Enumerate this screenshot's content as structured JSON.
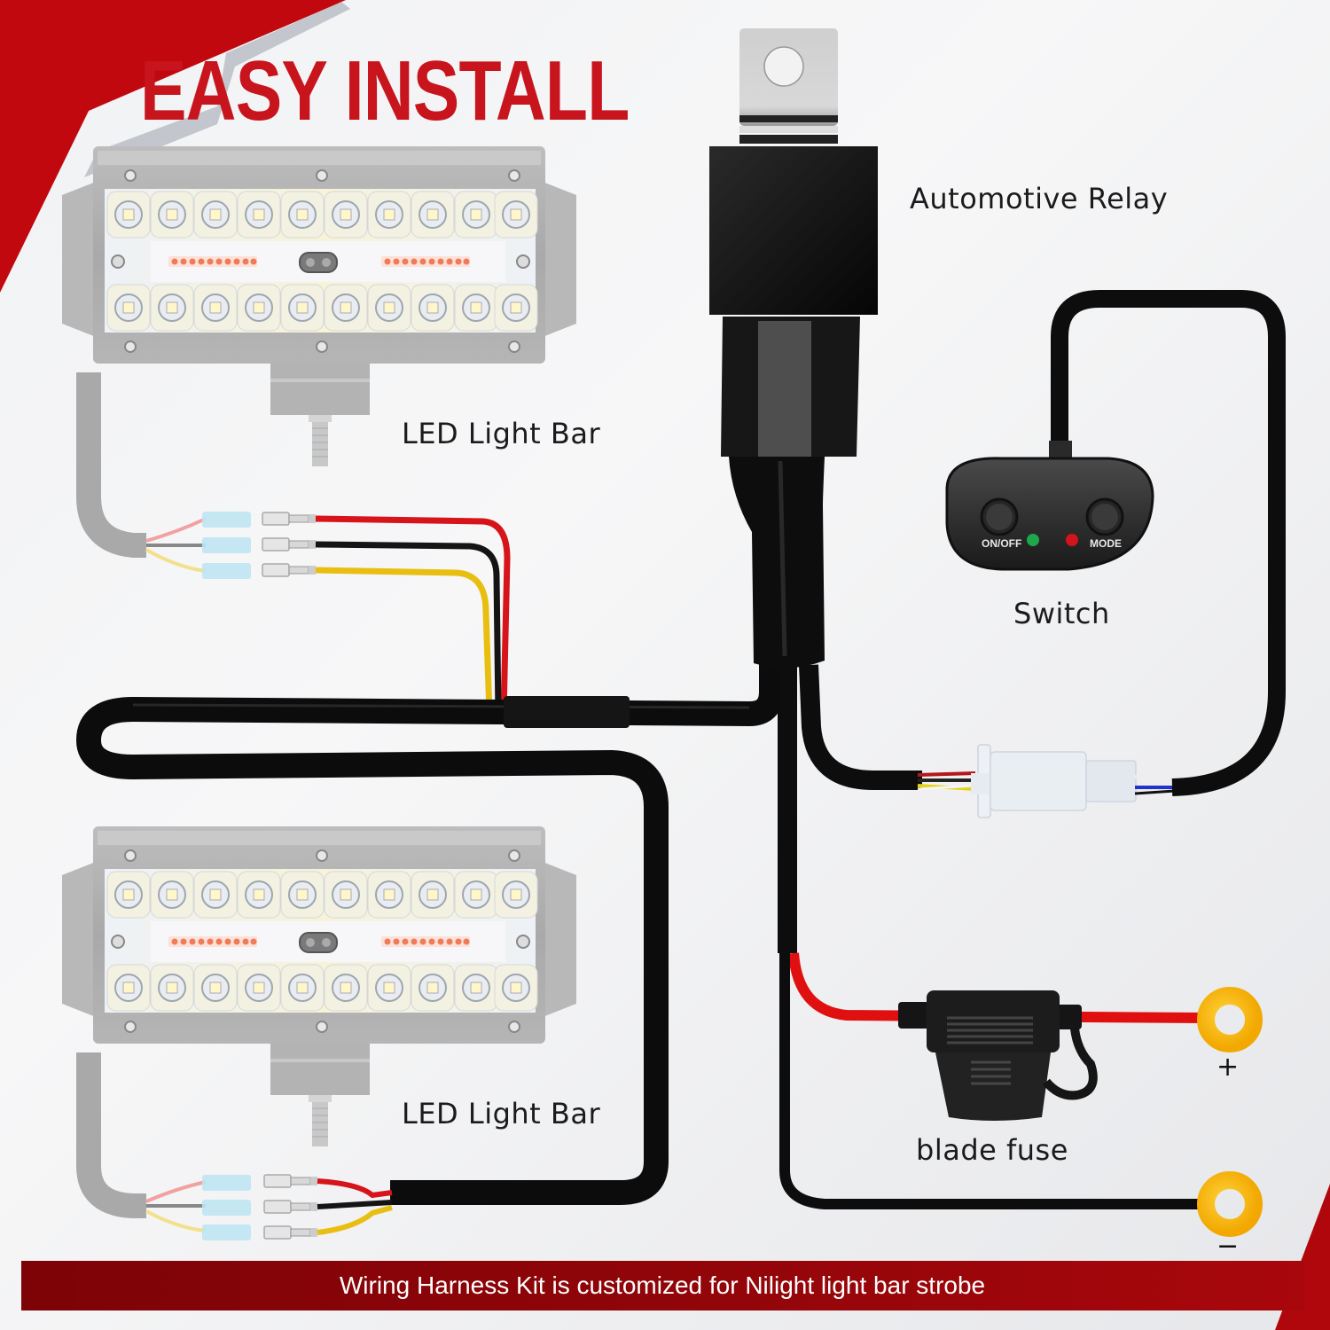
{
  "header": {
    "title": "EASY INSTALL"
  },
  "components": {
    "relay": {
      "label": "Automotive Relay"
    },
    "light_bar_top": {
      "label": "LED Light Bar"
    },
    "light_bar_bottom": {
      "label": "LED Light Bar"
    },
    "switch": {
      "label": "Switch",
      "buttons": [
        {
          "label": "ON/OFF",
          "indicator_color": "#1fa84a"
        },
        {
          "label": "MODE",
          "indicator_color": "#d4141c"
        }
      ]
    },
    "fuse": {
      "label": "blade fuse"
    },
    "terminals": {
      "positive": {
        "sign": "+",
        "color": "#f7b500"
      },
      "negative": {
        "sign": "−",
        "color": "#f7b500"
      }
    }
  },
  "wires": {
    "light_bar_leads": [
      "red",
      "black",
      "yellow"
    ],
    "power_wire_color": "#e01010",
    "ground_wire_color": "#111111"
  },
  "footer": {
    "banner_text": "Wiring Harness Kit is customized for Nilight light bar strobe"
  },
  "colors": {
    "accent_red": "#c8141c",
    "banner_red": "#8f0509",
    "terminal_yellow": "#f7b500"
  }
}
